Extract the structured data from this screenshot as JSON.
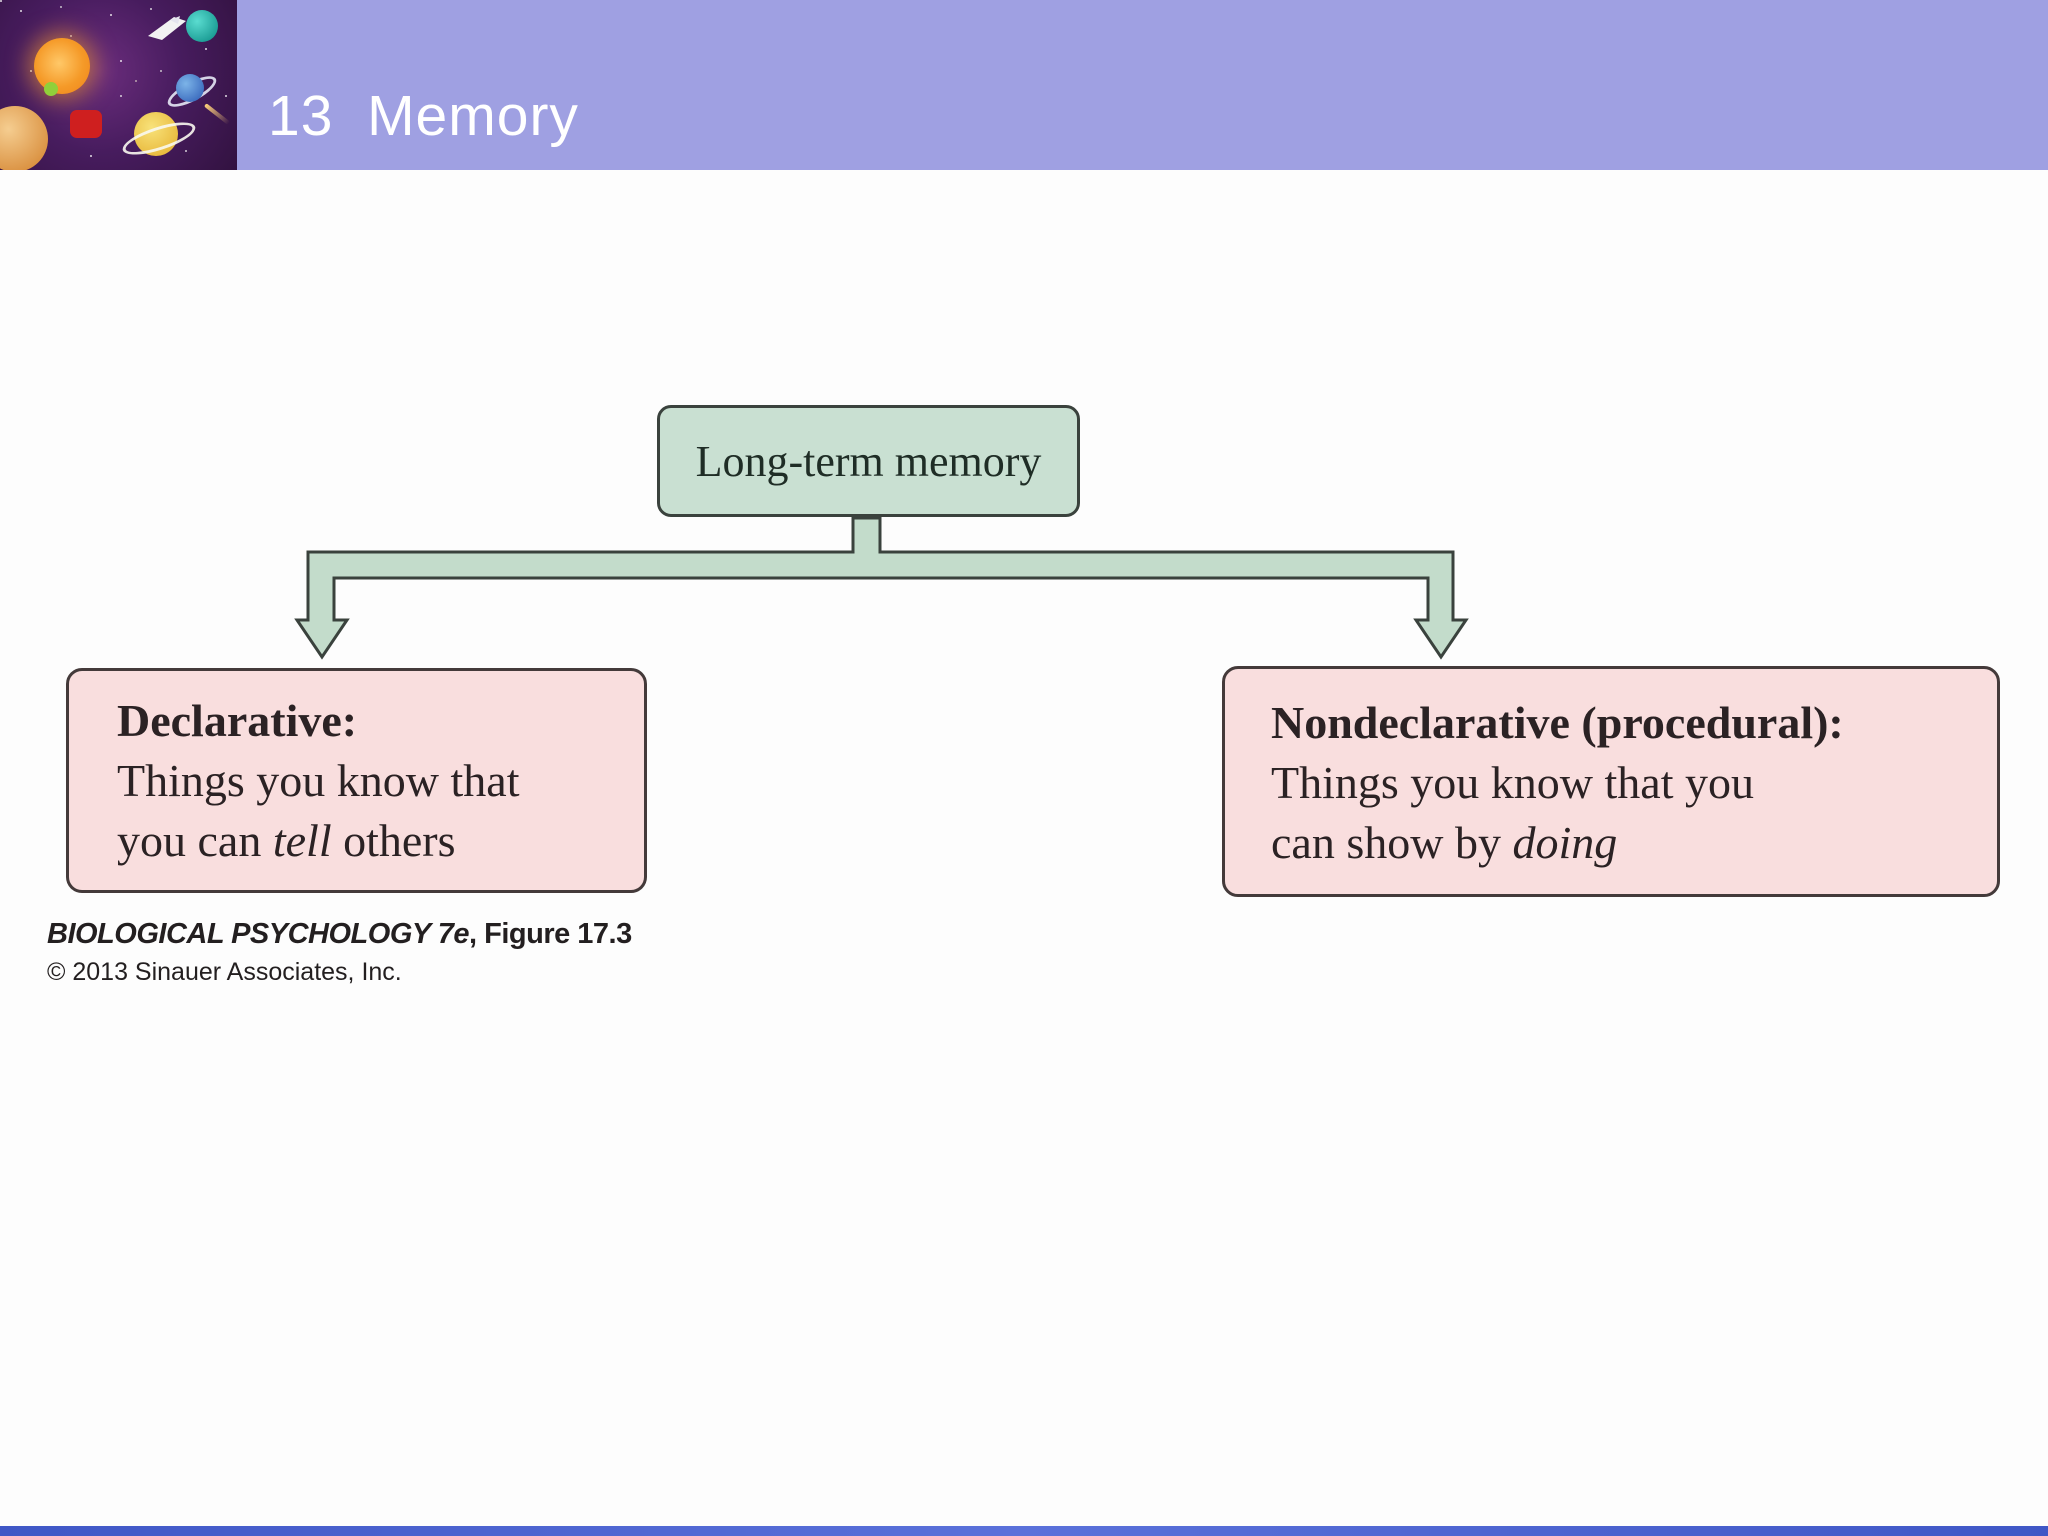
{
  "header": {
    "title": "13  Memory",
    "thumbnail": "solar-system-illustration"
  },
  "diagram": {
    "root_label": "Long-term memory",
    "left_box": {
      "heading": "Declarative:",
      "line1": "Things you know that",
      "line2_pre": "you can ",
      "line2_italic": "tell",
      "line2_post": " others"
    },
    "right_box": {
      "heading": "Nondeclarative (procedural):",
      "line1": "Things you know that you",
      "line2_pre": "can show by ",
      "line2_italic": "doing",
      "line2_post": ""
    }
  },
  "citation": {
    "source_italic": "BIOLOGICAL PSYCHOLOGY 7e",
    "source_rest": ", Figure 17.3",
    "copyright": "© 2013 Sinauer Associates, Inc."
  },
  "colors": {
    "header_bg": "#9fa0e2",
    "header_text": "#ffffff",
    "node_green_fill": "#c9e0d2",
    "node_green_border": "#3a423d",
    "node_pink_fill": "#f9dede",
    "node_pink_border": "#443a3a",
    "connector_fill": "#c3dccb",
    "body_text": "#231f20",
    "bottom_bar": "#4c63cf"
  }
}
